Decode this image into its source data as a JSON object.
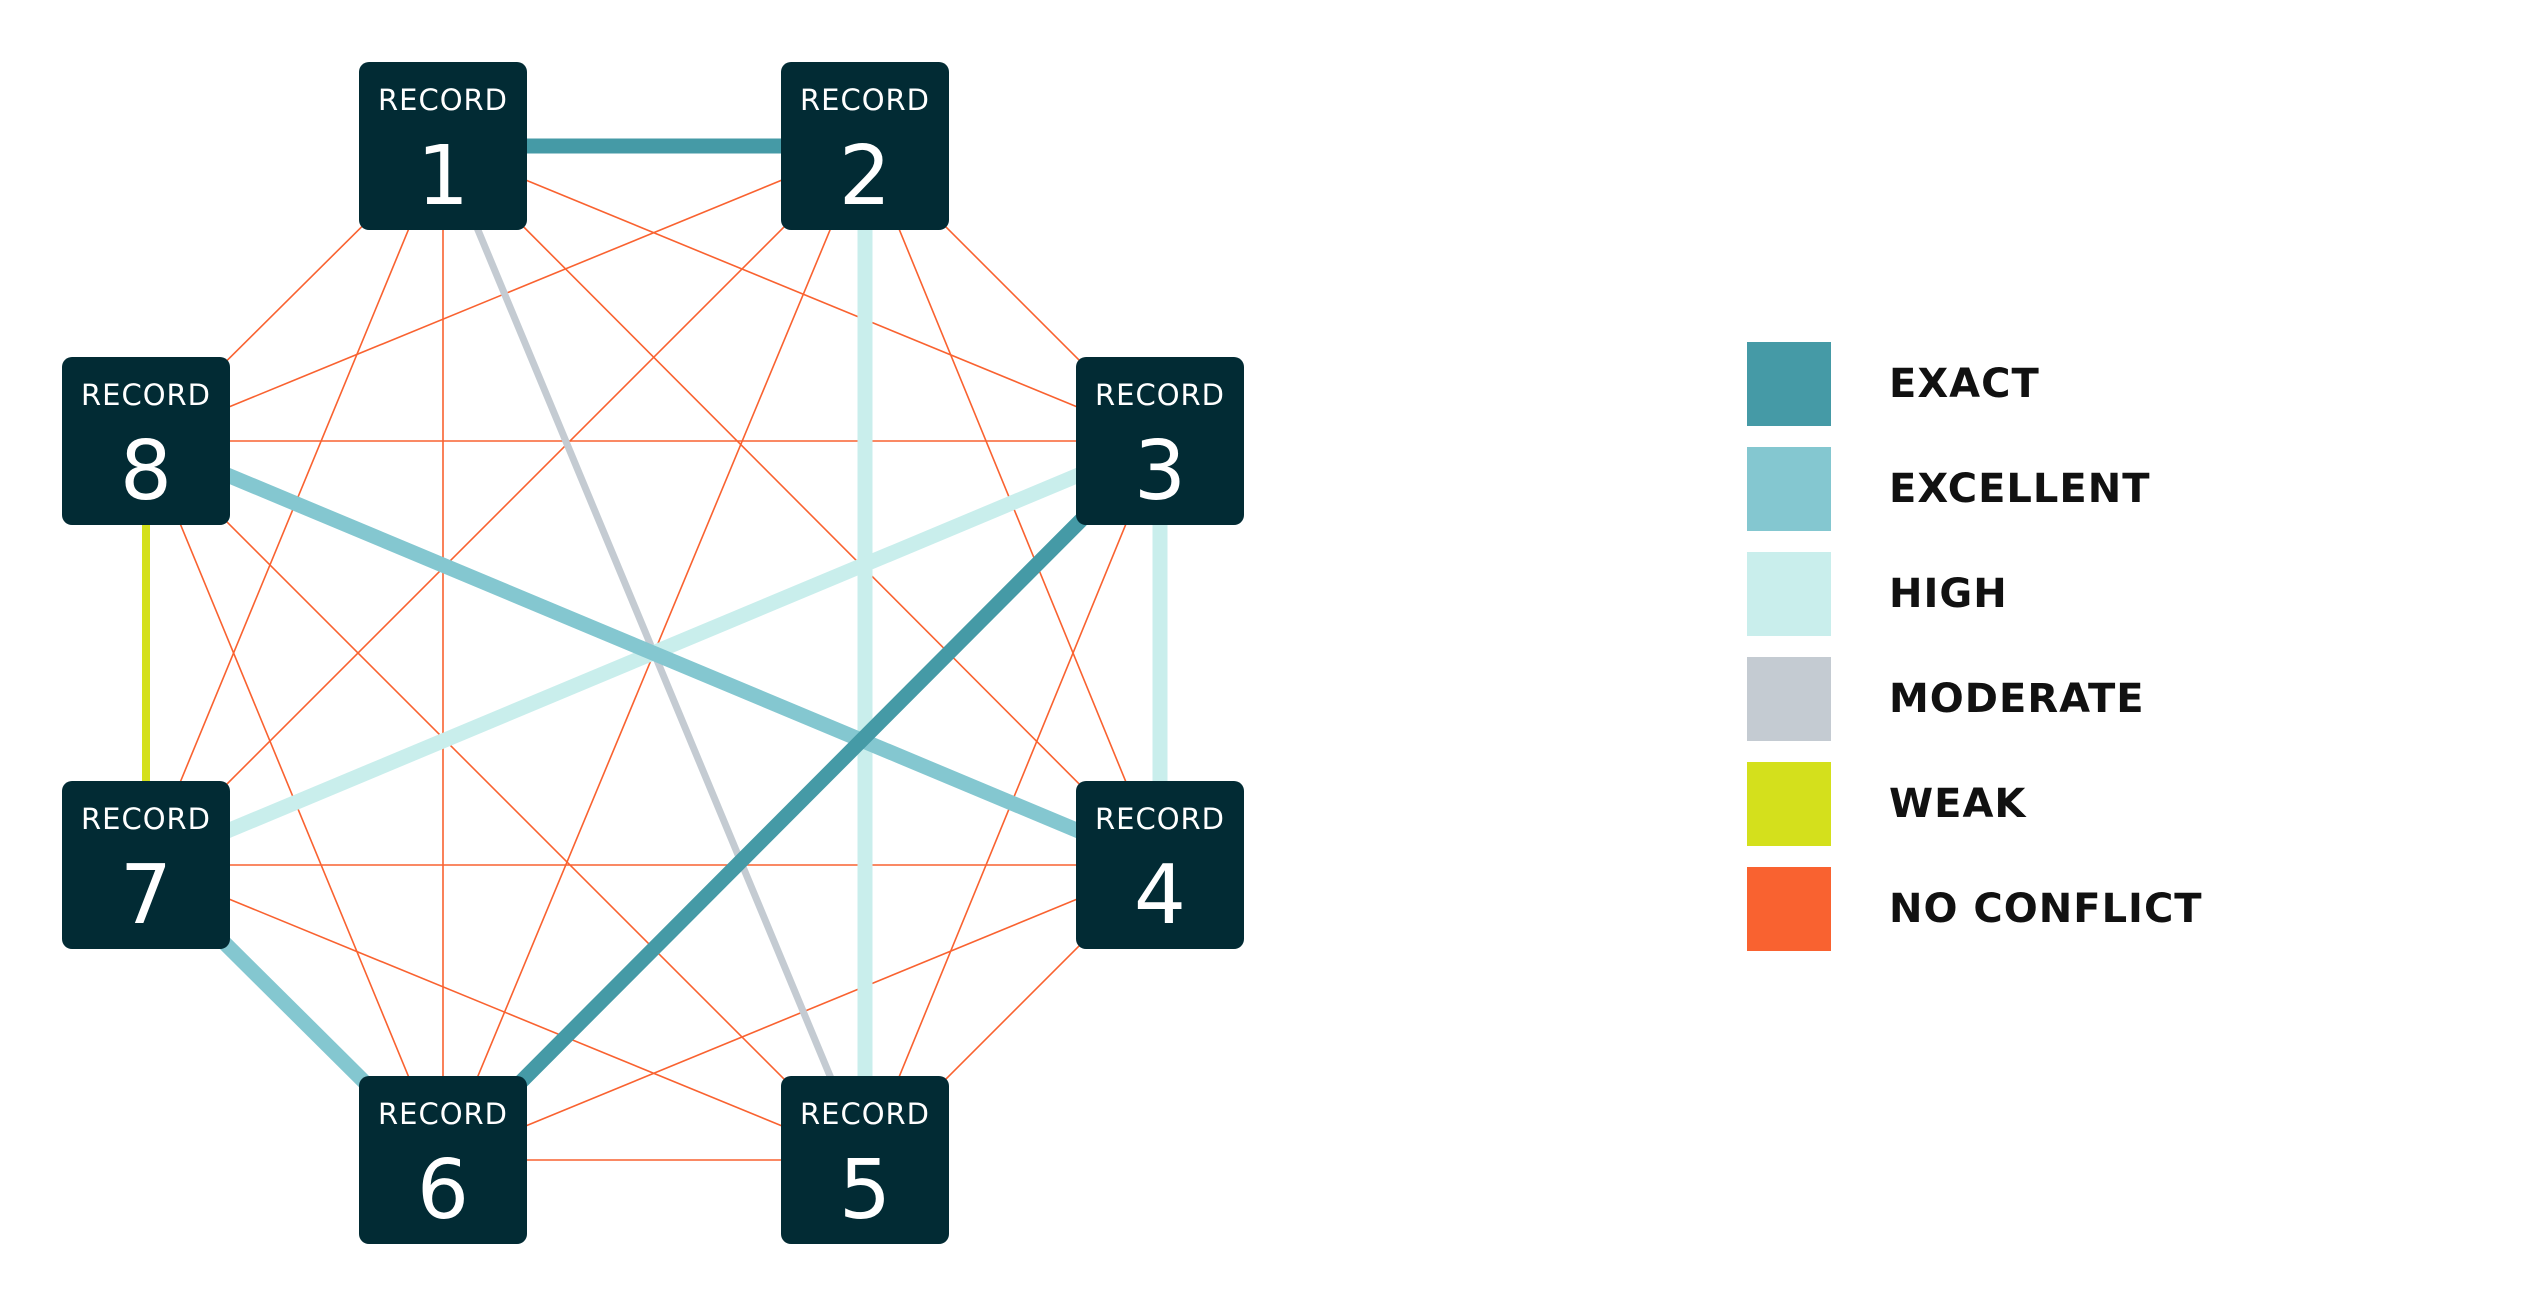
{
  "nodes": [
    {
      "id": 1,
      "label": "RECORD",
      "number": "1"
    },
    {
      "id": 2,
      "label": "RECORD",
      "number": "2"
    },
    {
      "id": 3,
      "label": "RECORD",
      "number": "3"
    },
    {
      "id": 4,
      "label": "RECORD",
      "number": "4"
    },
    {
      "id": 5,
      "label": "RECORD",
      "number": "5"
    },
    {
      "id": 6,
      "label": "RECORD",
      "number": "6"
    },
    {
      "id": 7,
      "label": "RECORD",
      "number": "7"
    },
    {
      "id": 8,
      "label": "RECORD",
      "number": "8"
    }
  ],
  "node_color": "#022b34",
  "levels": {
    "exact": "#459aa6",
    "excellent": "#84c7d0",
    "high": "#c9eeec",
    "moderate": "#c4cbd2",
    "weak": "#d4e01c",
    "no_conflict": "#f96230"
  },
  "edges": [
    {
      "from": 1,
      "to": 2,
      "level": "exact"
    },
    {
      "from": 3,
      "to": 6,
      "level": "exact"
    },
    {
      "from": 8,
      "to": 4,
      "level": "excellent"
    },
    {
      "from": 7,
      "to": 6,
      "level": "excellent"
    },
    {
      "from": 2,
      "to": 5,
      "level": "high"
    },
    {
      "from": 3,
      "to": 4,
      "level": "high"
    },
    {
      "from": 3,
      "to": 7,
      "level": "high"
    },
    {
      "from": 1,
      "to": 5,
      "level": "moderate"
    },
    {
      "from": 8,
      "to": 7,
      "level": "weak"
    }
  ],
  "legend": [
    {
      "key": "exact",
      "label": "EXACT"
    },
    {
      "key": "excellent",
      "label": "EXCELLENT"
    },
    {
      "key": "high",
      "label": "HIGH"
    },
    {
      "key": "moderate",
      "label": "MODERATE"
    },
    {
      "key": "weak",
      "label": "WEAK"
    },
    {
      "key": "no_conflict",
      "label": "NO CONFLICT"
    }
  ]
}
